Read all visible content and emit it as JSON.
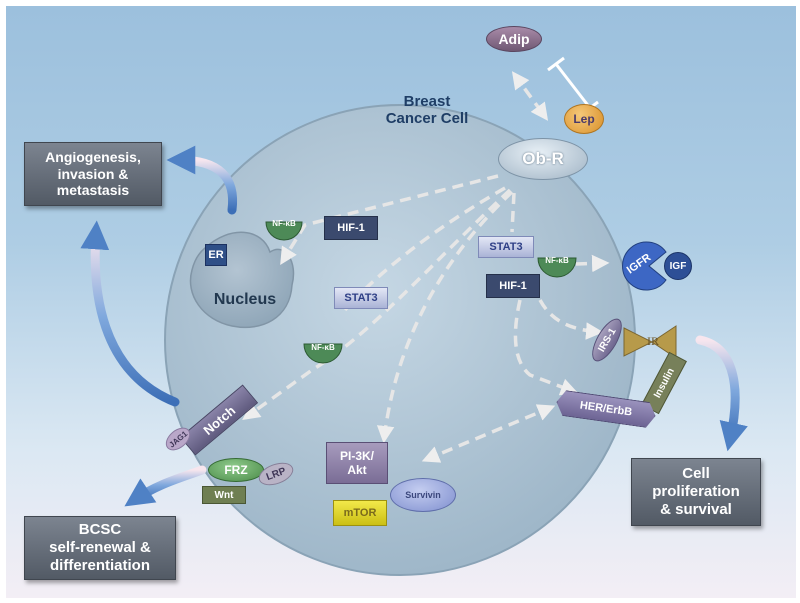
{
  "cell_label": [
    "Breast",
    "Cancer Cell"
  ],
  "nucleus": {
    "label": "Nucleus",
    "er": "ER"
  },
  "receptor": {
    "obr": "Ob-R",
    "lep": "Lep",
    "adip": "Adip"
  },
  "outcomes": {
    "angiogenesis": [
      "Angiogenesis,",
      "invasion &",
      "metastasis"
    ],
    "proliferation": [
      "Cell",
      "proliferation",
      "& survival"
    ],
    "bcsc": [
      "BCSC",
      "self-renewal &",
      "differentiation"
    ]
  },
  "nodes": {
    "hif1_top": "HIF-1",
    "nfkb_top": "NF-κB",
    "stat3_right": "STAT3",
    "nfkb_right": "NF-κB",
    "hif1_right": "HIF-1",
    "igfr": "IGFR",
    "igf": "IGF",
    "irs1": "IRS-1",
    "ir": "IR",
    "insulin": "Insulin",
    "her": "HER/ErbB",
    "stat3_mid": "STAT3",
    "nfkb_mid": "NF-κB",
    "notch": "Notch",
    "jag1": "JAG1",
    "frz": "FRZ",
    "lrp": "LRP",
    "wnt": "Wnt",
    "pi3k": [
      "PI-3K/",
      "Akt"
    ],
    "mtor": "mTOR",
    "survivin": "Survivin"
  },
  "colors": {
    "hif_box": "#3b4a6e",
    "stat3_box": "#c6cde9",
    "nfkb": "#4d8a57",
    "igfr": "#3d67c4",
    "igf": "#2d4f96",
    "her": "#7a6f9f",
    "notch": "#6e6a8e",
    "frz": "#5ea05c",
    "wnt": "#6f7f52",
    "pi3k": "#8f7fa6",
    "mtor": "#e0d51c",
    "survivin": "#8f9ed9",
    "outcome_box": "#626a75"
  }
}
